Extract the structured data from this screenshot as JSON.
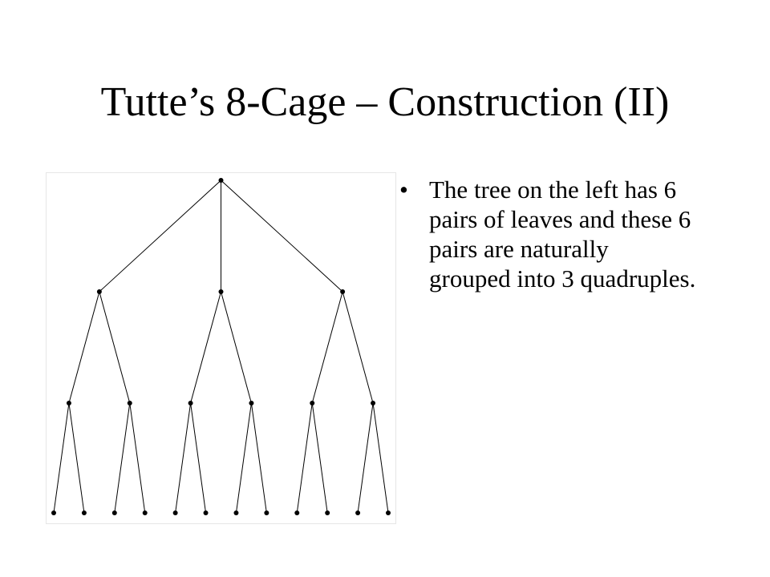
{
  "slide": {
    "title": "Tutte’s 8-Cage – Construction (II)",
    "bullets": [
      {
        "marker": "•",
        "text": "The tree on the left has 6 pairs of leaves and these 6 pairs are naturally grouped into 3 quadruples."
      }
    ]
  },
  "tree": {
    "branching": [
      3,
      2,
      2
    ],
    "leaf_count": 12,
    "edge_color": "#000000",
    "node_color": "#000000"
  }
}
